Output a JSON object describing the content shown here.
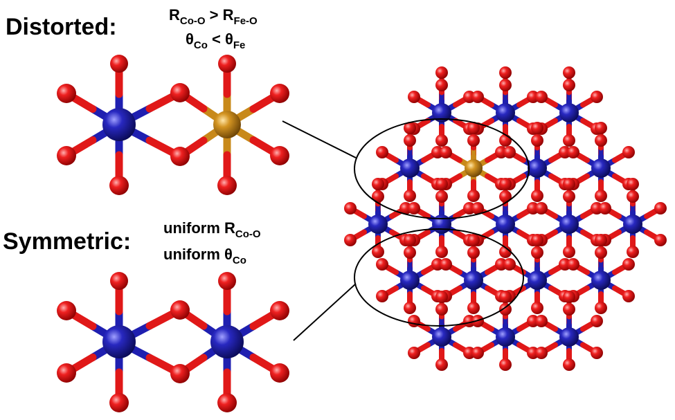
{
  "distorted": {
    "label": "Distorted:",
    "line1": {
      "a": "R",
      "a_sub": "Co-O",
      "op": " > ",
      "b": "R",
      "b_sub": "Fe-O"
    },
    "line2": {
      "a": "θ",
      "a_sub": "Co",
      "op": " < ",
      "b": "θ",
      "b_sub": "Fe"
    }
  },
  "symmetric": {
    "label": "Symmetric:",
    "line1": {
      "a": "uniform R",
      "a_sub": "Co-O"
    },
    "line2": {
      "a": "uniform θ",
      "a_sub": "Co"
    }
  },
  "colors": {
    "cobalt": "#1f1fb0",
    "iron": "#c8891a",
    "oxygen": "#e01818",
    "line": "#000000"
  },
  "atoms": {
    "metal_center": "Co",
    "dopant": "Fe",
    "ligand": "O"
  }
}
